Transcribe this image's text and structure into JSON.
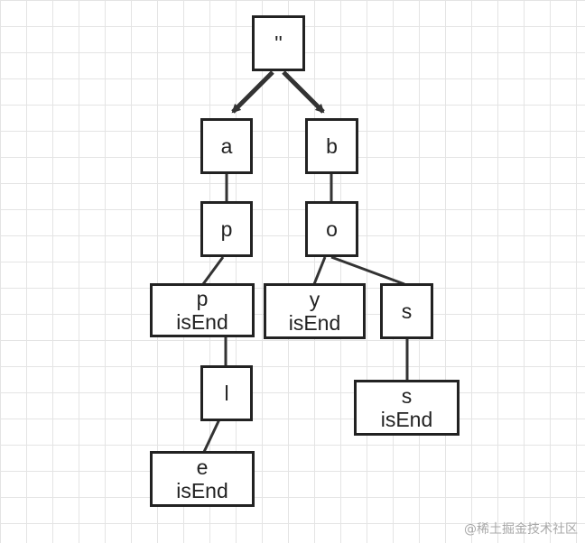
{
  "nodes": {
    "root": {
      "label": "''"
    },
    "a": {
      "label": "a"
    },
    "b": {
      "label": "b"
    },
    "ap": {
      "label": "p"
    },
    "bo": {
      "label": "o"
    },
    "app": {
      "label": "p",
      "end_label": "isEnd"
    },
    "boy": {
      "label": "y",
      "end_label": "isEnd"
    },
    "bos": {
      "label": "s"
    },
    "appl": {
      "label": "l"
    },
    "boss": {
      "label": "s",
      "end_label": "isEnd"
    },
    "apple": {
      "label": "e",
      "end_label": "isEnd"
    }
  },
  "colors": {
    "stroke": "#333333",
    "grid": "#e4e4e4"
  },
  "watermark": "@稀土掘金技术社区"
}
